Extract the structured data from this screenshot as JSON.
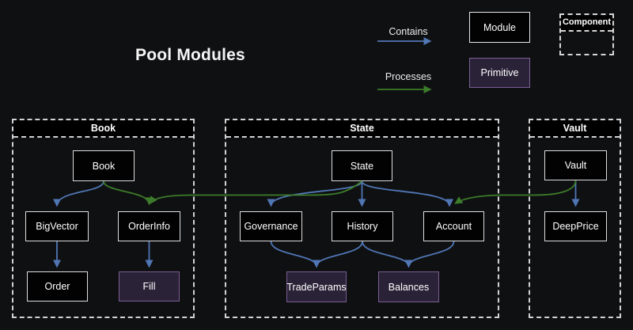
{
  "title": "Pool Modules",
  "legend": {
    "contains": "Contains",
    "processes": "Processes",
    "module": "Module",
    "primitive": "Primitive",
    "component": "Component"
  },
  "containers": {
    "book": {
      "label": "Book"
    },
    "state": {
      "label": "State"
    },
    "vault": {
      "label": "Vault"
    }
  },
  "nodes": {
    "book": {
      "label": "Book",
      "type": "module"
    },
    "bigvector": {
      "label": "BigVector",
      "type": "module"
    },
    "orderinfo": {
      "label": "OrderInfo",
      "type": "module"
    },
    "order": {
      "label": "Order",
      "type": "module"
    },
    "fill": {
      "label": "Fill",
      "type": "primitive"
    },
    "state": {
      "label": "State",
      "type": "module"
    },
    "governance": {
      "label": "Governance",
      "type": "module"
    },
    "history": {
      "label": "History",
      "type": "module"
    },
    "account": {
      "label": "Account",
      "type": "module"
    },
    "tradeparams": {
      "label": "TradeParams",
      "type": "primitive"
    },
    "balances": {
      "label": "Balances",
      "type": "primitive"
    },
    "vault": {
      "label": "Vault",
      "type": "module"
    },
    "deepprice": {
      "label": "DeepPrice",
      "type": "module"
    }
  },
  "edges": {
    "contains": [
      {
        "from": "Book",
        "to": "BigVector"
      },
      {
        "from": "BigVector",
        "to": "Order"
      },
      {
        "from": "OrderInfo",
        "to": "Fill"
      },
      {
        "from": "State",
        "to": "Governance"
      },
      {
        "from": "State",
        "to": "History"
      },
      {
        "from": "State",
        "to": "Account"
      },
      {
        "from": "Governance",
        "to": "TradeParams"
      },
      {
        "from": "History",
        "to": "TradeParams"
      },
      {
        "from": "History",
        "to": "Balances"
      },
      {
        "from": "Account",
        "to": "Balances"
      },
      {
        "from": "Vault",
        "to": "DeepPrice"
      }
    ],
    "processes": [
      {
        "from": "Book",
        "to": "OrderInfo"
      },
      {
        "from": "State",
        "to": "OrderInfo"
      },
      {
        "from": "Vault",
        "to": "Account"
      }
    ]
  },
  "colors": {
    "background": "#0f1012",
    "contains_arrow": "#5076b4",
    "processes_arrow": "#3c7b2a",
    "module_fill": "#020202",
    "module_border": "#dedede",
    "primitive_fill": "#2a2338",
    "primitive_border": "#7a5c92",
    "dashed_border": "#d2d2d2"
  }
}
